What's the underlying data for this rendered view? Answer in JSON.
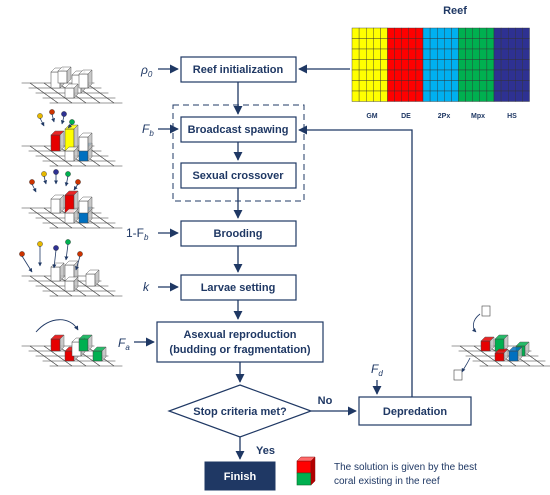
{
  "reef": {
    "title": "Reef",
    "regions": [
      {
        "label": "GM",
        "color": "#ffff00"
      },
      {
        "label": "DE",
        "color": "#ff0000"
      },
      {
        "label": "2Px",
        "color": "#00b0f0"
      },
      {
        "label": "Mpx",
        "color": "#00b050"
      },
      {
        "label": "HS",
        "color": "#2e3192"
      }
    ]
  },
  "steps": {
    "init": "Reef initialization",
    "broadcast": "Broadcast spawing",
    "crossover": "Sexual crossover",
    "brooding": "Brooding",
    "larvae": "Larvae setting",
    "asexual_line1": "Asexual reproduction",
    "asexual_line2": "(budding or fragmentation)",
    "stop": "Stop criteria met?",
    "depredation": "Depredation",
    "finish": "Finish"
  },
  "params": {
    "rho0": "ρ",
    "rho0_sub": "0",
    "fb": "F",
    "fb_sub": "b",
    "one_minus_fb_prefix": "1-F",
    "one_minus_fb_sub": "b",
    "k": "k",
    "fa": "F",
    "fa_sub": "a",
    "fd": "F",
    "fd_sub": "d"
  },
  "edges": {
    "no": "No",
    "yes": "Yes"
  },
  "legend": {
    "line1": "The solution is given by the best",
    "line2": "coral existing in the reef",
    "top_color": "#ff0000",
    "bottom_color": "#00b050"
  },
  "colors": {
    "navy": "#1f3864",
    "finish_fill": "#1f3864"
  }
}
